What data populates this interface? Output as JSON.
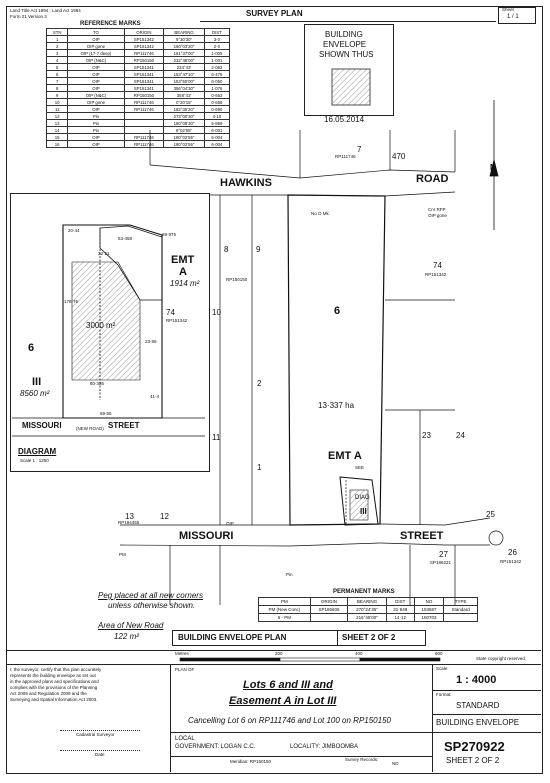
{
  "header": {
    "act_lines": [
      "Land Title Act 1994 ; Land Act 1994",
      "Form 21 Version 3"
    ],
    "title": "SURVEY PLAN",
    "sheet_label": "Sheet",
    "sheet_value": "1 / 1",
    "ref_marks_title": "REFERENCE MARKS"
  },
  "ref_marks": {
    "headers": [
      "STN",
      "TO",
      "ORIGIN",
      "BEARING",
      "DIST"
    ],
    "rows": [
      [
        "1",
        "OIP",
        "SP151342",
        "9°30'30\"",
        "3·0"
      ],
      [
        "2",
        "OIP gone",
        "SP151342",
        "160°03'20\"",
        "2·0"
      ],
      [
        "3",
        "OIP (17-7 deep)",
        "RP111746",
        "161°37'00\"",
        "1·005"
      ],
      [
        "4",
        "OIP (N&C)",
        "RP150150",
        "232°48'00\"",
        "1·001"
      ],
      [
        "5",
        "OIP",
        "SP151341",
        "234°43'",
        "2·062"
      ],
      [
        "6",
        "OIP",
        "SP151341",
        "153°47'10\"",
        "6·475"
      ],
      [
        "7",
        "OIP",
        "SP151341",
        "153°50'00\"",
        "6·050"
      ],
      [
        "8",
        "OIP",
        "SP151341",
        "356°04'30\"",
        "1·076"
      ],
      [
        "9",
        "OIP (N&C)",
        "RP150150",
        "358°43'",
        "0·663"
      ],
      [
        "10",
        "OIP gone",
        "RP111746",
        "0°20'15\"",
        "0·658"
      ],
      [
        "11",
        "OIP",
        "RP111746",
        "182°35'20\"",
        "0·690"
      ],
      [
        "12",
        "Pin",
        "",
        "273°00'30\"",
        "4·10"
      ],
      [
        "13",
        "Pin",
        "",
        "180°08'30\"",
        "5·869"
      ],
      [
        "14",
        "Pin",
        "",
        "8°02'55\"",
        "6·001"
      ],
      [
        "15",
        "OIP",
        "RP111746",
        "180°02'55\"",
        "6·004"
      ],
      [
        "16",
        "OIP",
        "RP111746",
        "180°02'55\"",
        "6·004"
      ]
    ]
  },
  "legend": {
    "text": [
      "BUILDING",
      "ENVELOPE",
      "SHOWN THUS"
    ],
    "date": "16.05.2014"
  },
  "plan": {
    "road_north": "HAWKINS",
    "road_north_2": "ROAD",
    "road_south": "MISSOURI",
    "road_south_2": "STREET",
    "north": "N",
    "lot6_label": "6",
    "lot6_area": "13·337 ha",
    "emt_a": "EMT A",
    "see": "SEE",
    "diag": "DIAG",
    "lot_iii": "III",
    "lots": [
      "9",
      "8",
      "7",
      "470",
      "74",
      "11",
      "13",
      "12",
      "1",
      "2",
      "23",
      "24",
      "25",
      "26",
      "27",
      "10"
    ],
    "plans": [
      "RP151342",
      "RP150150",
      "RP111746",
      "SP186221",
      "RP194455",
      "RP151342"
    ],
    "marks": [
      "Cnr RFP",
      "OIP gone",
      "OIP",
      "No O Mk",
      "Pin",
      "PM"
    ]
  },
  "diagram": {
    "emt": "EMT",
    "emt_a": "A",
    "emt_area": "1914 m²",
    "lot74": "74",
    "plan74": "RP151342",
    "envelope_area": "3000 m²",
    "lot6": "6",
    "lot_iii": "III",
    "lot_iii_area": "8560 m²",
    "street": "MISSOURI",
    "street_new": "(NEW ROAD)",
    "street_2": "STREET",
    "title": "DIAGRAM",
    "scale": "Scale 1 : 1250",
    "dims": [
      "20·44",
      "53·458",
      "22·21",
      "89·975",
      "178·76",
      "80·335",
      "23·86",
      "41·4",
      "69·55"
    ]
  },
  "notes": {
    "pegs": [
      "Peg placed at all new corners",
      "unless otherwise shown."
    ],
    "new_road_title": "Area of New Road",
    "new_road_area": "122 m²",
    "copyright": "State copyright reserved."
  },
  "perm_marks": {
    "title": "PERMANENT MARKS",
    "headers": [
      "PM",
      "ORIGIN",
      "BEARING",
      "DIST",
      "NO",
      "TYPE"
    ],
    "rows": [
      [
        "PM (New Conc)",
        "SP186606",
        "270°24'35\"",
        "31·849",
        "153687",
        "Standard"
      ],
      [
        "6 - PM",
        "",
        "216°45'00\"",
        "14·12",
        "150703",
        ""
      ]
    ]
  },
  "title_block": {
    "banner": "BUILDING ENVELOPE PLAN",
    "banner_sheet": "SHEET 2 OF 2",
    "scale_labels": [
      "Metres",
      "200",
      "400",
      "600"
    ],
    "plan_of": "PLAN OF",
    "lots": "Lots 6 and III and",
    "easement": "Easement A in Lot III",
    "cancelling": "Cancelling Lot 6 on RP111746 and Lot 100 on RP150150",
    "local": "LOCAL",
    "government": "GOVERNMENT: LOGAN C.C.",
    "locality": "LOCALITY: JIMBOOMBA",
    "meridian": "Meridian: RP150150",
    "survey_records": "Survey Records:",
    "nd": "ND",
    "scale_label": "Scale:",
    "scale": "1 : 4000",
    "format_label": "Format:",
    "format": "STANDARD",
    "envelope": "BUILDING ENVELOPE",
    "sp": "SP270922",
    "sheet": "SHEET 2 OF 2",
    "cert_lines": [
      "I, the surveyor, certify that this plan accurately",
      "represents the building envelope as set out",
      "in the approved plans and specifications and",
      "complies with the provisions of the Planning",
      "Act 2009 and Regulation 2009 and the",
      "Surveying and Spatial Information Act 2003."
    ],
    "cadastral": "Cadastral Surveyor",
    "date_label": "Date"
  }
}
